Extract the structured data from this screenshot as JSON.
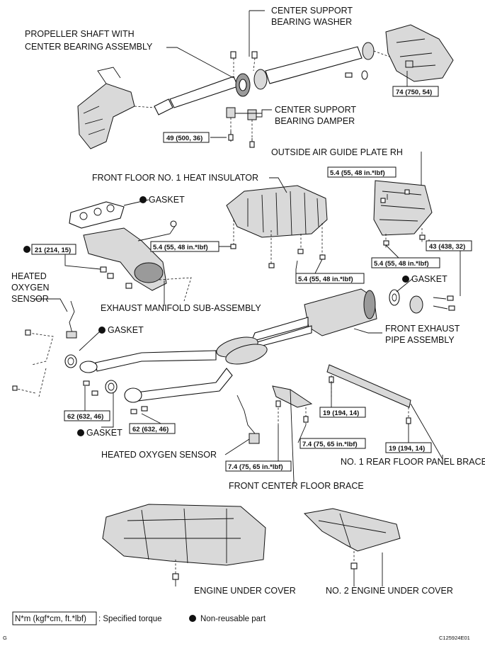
{
  "labels": {
    "center_support_bearing_washer": [
      "CENTER SUPPORT",
      "BEARING WASHER"
    ],
    "propeller_shaft": [
      "PROPELLER SHAFT WITH",
      "CENTER BEARING ASSEMBLY"
    ],
    "center_support_bearing_damper": [
      "CENTER SUPPORT",
      "BEARING DAMPER"
    ],
    "outside_air_guide_plate": "OUTSIDE AIR GUIDE PLATE RH",
    "front_floor_heat_insulator": "FRONT FLOOR NO. 1 HEAT INSULATOR",
    "gasket": "GASKET",
    "heated_oxygen_sensor_upper": [
      "HEATED",
      "OXYGEN",
      "SENSOR"
    ],
    "exhaust_manifold": "EXHAUST MANIFOLD SUB-ASSEMBLY",
    "front_exhaust_pipe": [
      "FRONT EXHAUST",
      "PIPE ASSEMBLY"
    ],
    "heated_oxygen_sensor_lower": "HEATED OXYGEN SENSOR",
    "rear_floor_panel_brace": "NO. 1 REAR FLOOR PANEL BRACE",
    "front_center_floor_brace": "FRONT CENTER FLOOR BRACE",
    "engine_under_cover": "ENGINE UNDER COVER",
    "no2_engine_under_cover": "NO. 2 ENGINE UNDER COVER"
  },
  "torques": {
    "t74": "74 (750, 54)",
    "t49": "49 (500, 36)",
    "t54_a": "5.4 (55, 48 in.*lbf)",
    "t54_b": "5.4 (55, 48 in.*lbf)",
    "t54_c": "5.4 (55, 48 in.*lbf)",
    "t54_d": "5.4 (55, 48 in.*lbf)",
    "t21": "21 (214, 15)",
    "t43": "43 (438, 32)",
    "t62_a": "62 (632, 46)",
    "t62_b": "62 (632, 46)",
    "t19_a": "19 (194, 14)",
    "t19_b": "19 (194, 14)",
    "t74b_a": "7.4 (75, 65 in.*lbf)",
    "t74b_b": "7.4 (75, 65 in.*lbf)"
  },
  "legend": {
    "torque_unit": "N*m (kgf*cm, ft.*lbf)",
    "torque_desc": ": Specified torque",
    "nonreusable_desc": "Non-reusable part"
  },
  "footer": {
    "left_mark": "G",
    "figure_code": "C125924E01"
  },
  "colors": {
    "line": "#111111",
    "part_fill": "#d9d9d9",
    "part_dark": "#9a9a9a"
  }
}
